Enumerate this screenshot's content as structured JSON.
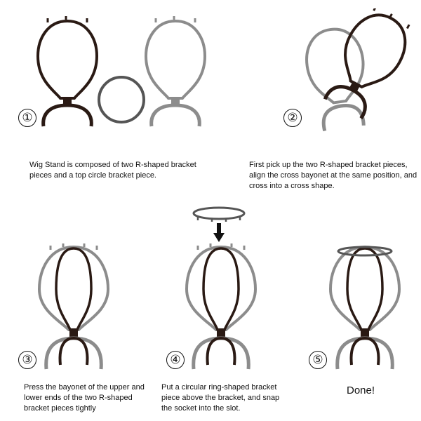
{
  "steps": [
    {
      "number": "①",
      "caption": "Wig Stand is composed of two R-shaped bracket pieces and a top circle bracket piece."
    },
    {
      "number": "②",
      "caption": "First pick up the two R-shaped bracket pieces, align the cross bayonet at the same position, and cross into a cross shape."
    },
    {
      "number": "③",
      "caption": "Press the bayonet of the upper and lower ends of the two R-shaped bracket pieces tightly"
    },
    {
      "number": "④",
      "caption": "Put a circular ring-shaped bracket piece above the bracket, and snap the socket into the slot."
    },
    {
      "number": "⑤",
      "caption": "Done!"
    }
  ],
  "colors": {
    "dark": "#2a1a14",
    "gray": "#8c8c8c",
    "ink": "#111111"
  }
}
